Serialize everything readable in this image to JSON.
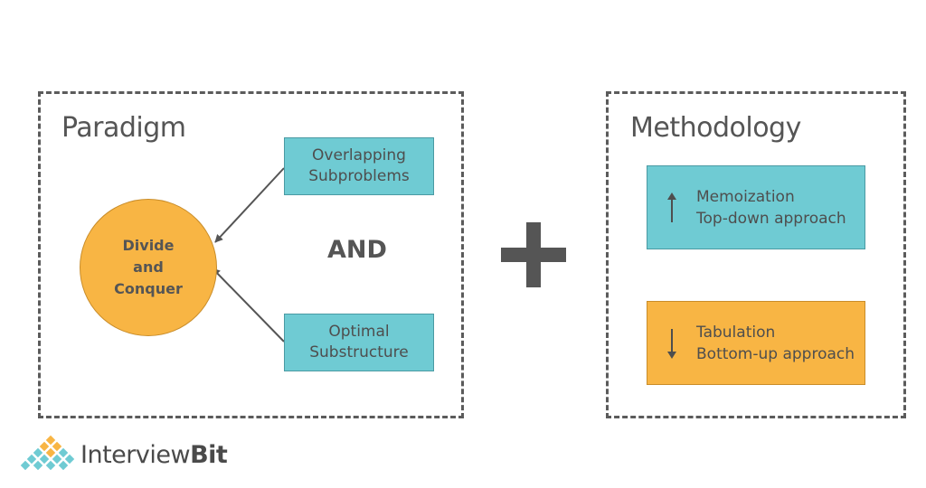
{
  "paradigm": {
    "title": "Paradigm",
    "circle_lines": [
      "Divide",
      "and",
      "Conquer"
    ],
    "overlap_lines": [
      "Overlapping",
      "Subproblems"
    ],
    "optimal_lines": [
      "Optimal",
      "Substructure"
    ],
    "and_label": "AND"
  },
  "methodology": {
    "title": "Methodology",
    "memo": {
      "lines": [
        "Memoization",
        "Top-down approach"
      ],
      "icon": "arrow-up-icon"
    },
    "tab": {
      "lines": [
        "Tabulation",
        "Bottom-up approach"
      ],
      "icon": "arrow-down-icon"
    }
  },
  "logo": {
    "text_light": "Interview",
    "text_bold": "Bit"
  },
  "colors": {
    "teal": "#6fcbd3",
    "orange": "#f8b544",
    "plus": "#555555",
    "border": "#5b5b5b",
    "text": "#555555"
  }
}
